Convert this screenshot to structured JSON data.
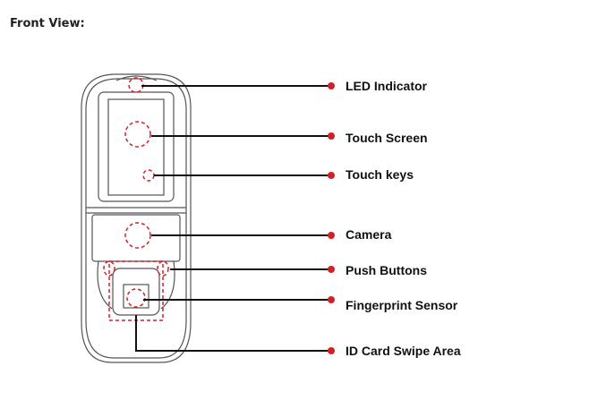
{
  "title": "Front View:",
  "labels": [
    "LED Indicator",
    "Touch Screen",
    "Touch keys",
    "Camera",
    "Push Buttons",
    "Fingerprint Sensor",
    "ID Card Swipe Area"
  ],
  "colors": {
    "marker": "#d32027",
    "line": "#111111"
  }
}
